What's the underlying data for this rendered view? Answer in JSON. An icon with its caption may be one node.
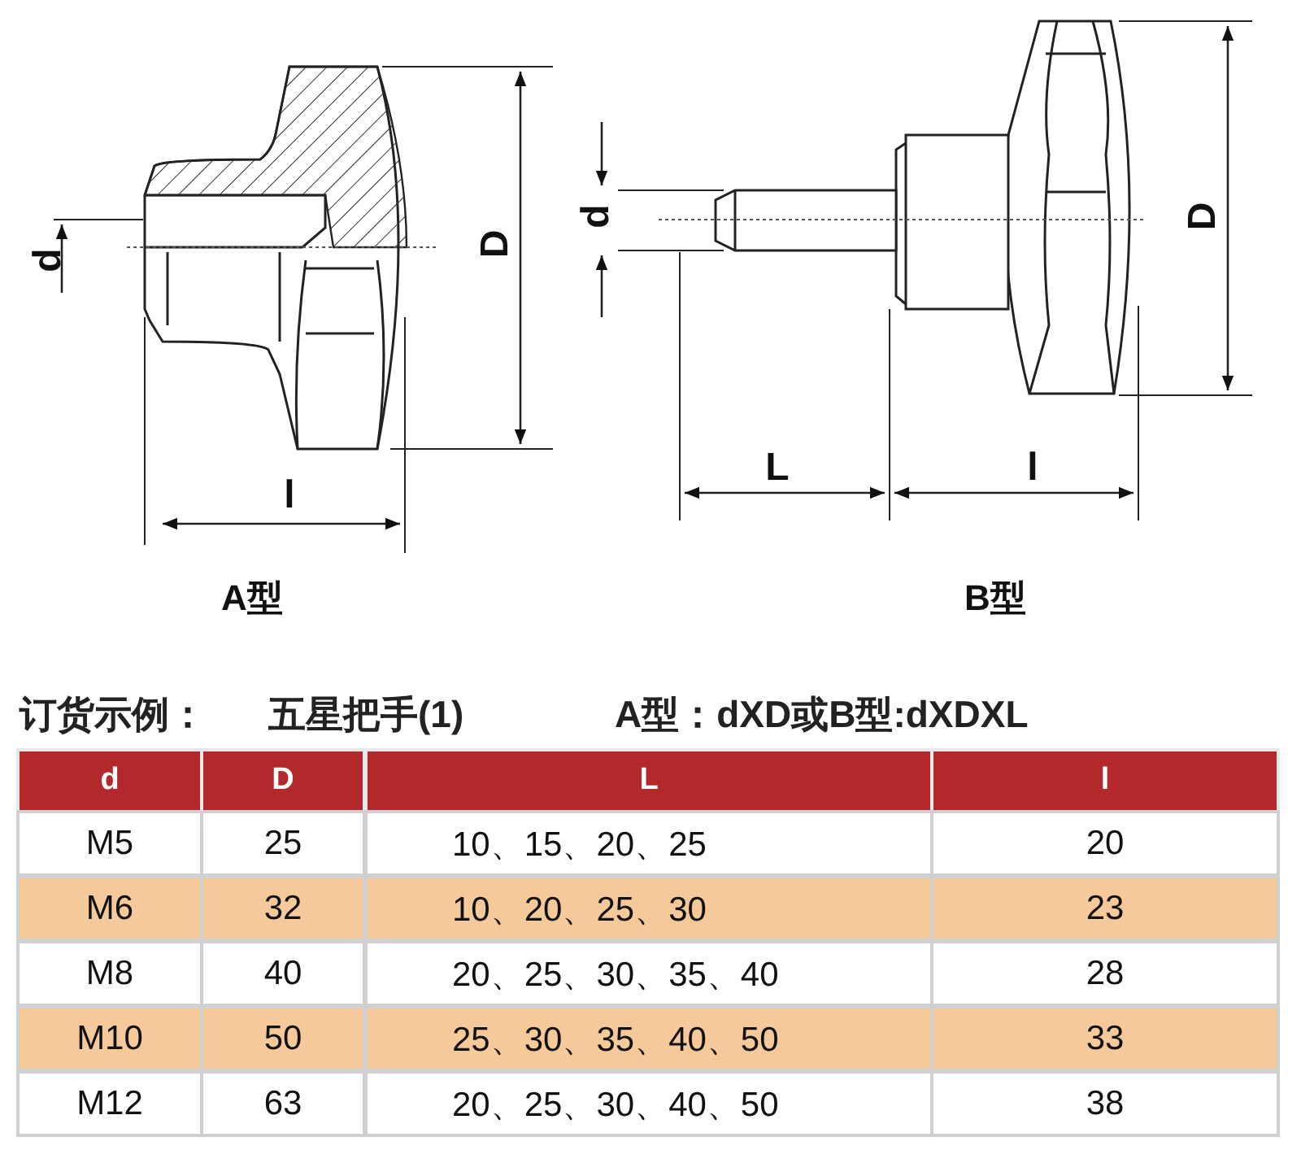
{
  "diagram": {
    "labels": [
      "D",
      "d",
      "l",
      "A型",
      "d",
      "D",
      "L",
      "l",
      "B型",
      "订货示例：",
      "五星把手(1)",
      "A型：dXD或B型:dXDXL",
      "d",
      "D",
      "L",
      "l",
      "M5",
      "25",
      "10、15、20、25",
      "20",
      "M6",
      "32",
      "10、20、25、30",
      "23",
      "M8",
      "40",
      "20、25、30、35、40",
      "28",
      "M10",
      "50",
      "25、30、35、40、50",
      "33",
      "M12",
      "63",
      "20、25、30、40、50",
      "38"
    ]
  }
}
